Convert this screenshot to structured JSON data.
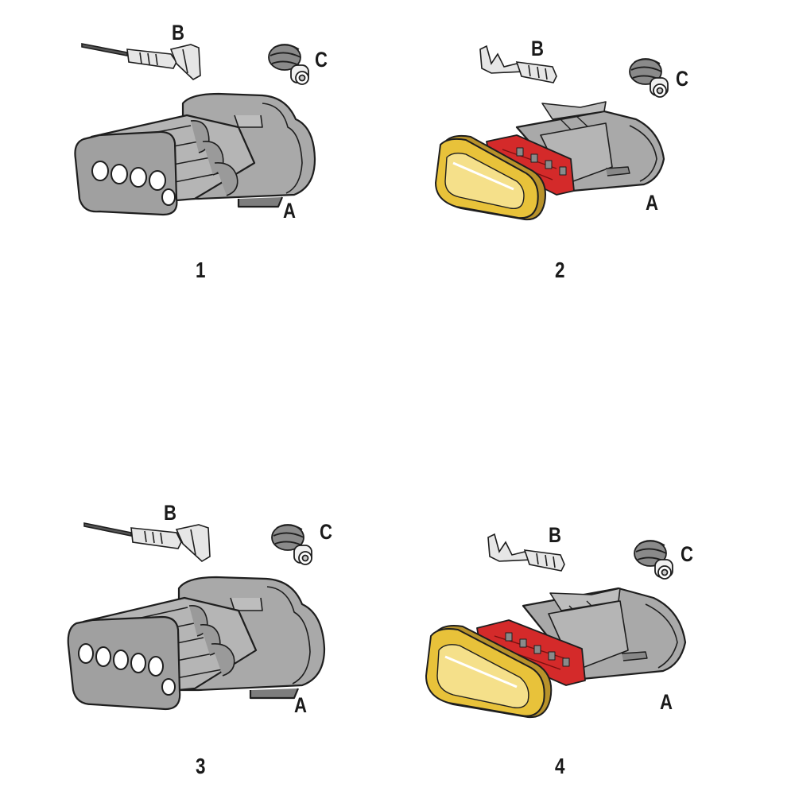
{
  "panels": [
    {
      "number": "1",
      "labels": {
        "housing": "A",
        "terminal": "B",
        "seal": "C"
      }
    },
    {
      "number": "2",
      "labels": {
        "housing": "A",
        "terminal": "B",
        "seal": "C"
      }
    },
    {
      "number": "3",
      "labels": {
        "housing": "A",
        "terminal": "B",
        "seal": "C"
      }
    },
    {
      "number": "4",
      "labels": {
        "housing": "A",
        "terminal": "B",
        "seal": "C"
      }
    }
  ],
  "colors": {
    "housing_grey": "#a9a9a9",
    "housing_dark": "#7d7d7d",
    "outline": "#1e1e1e",
    "lock_red": "#d42a2a",
    "gasket_yellow": "#e8c23a",
    "gasket_edge": "#b8922a",
    "terminal_fill": "#e6e6e6"
  }
}
